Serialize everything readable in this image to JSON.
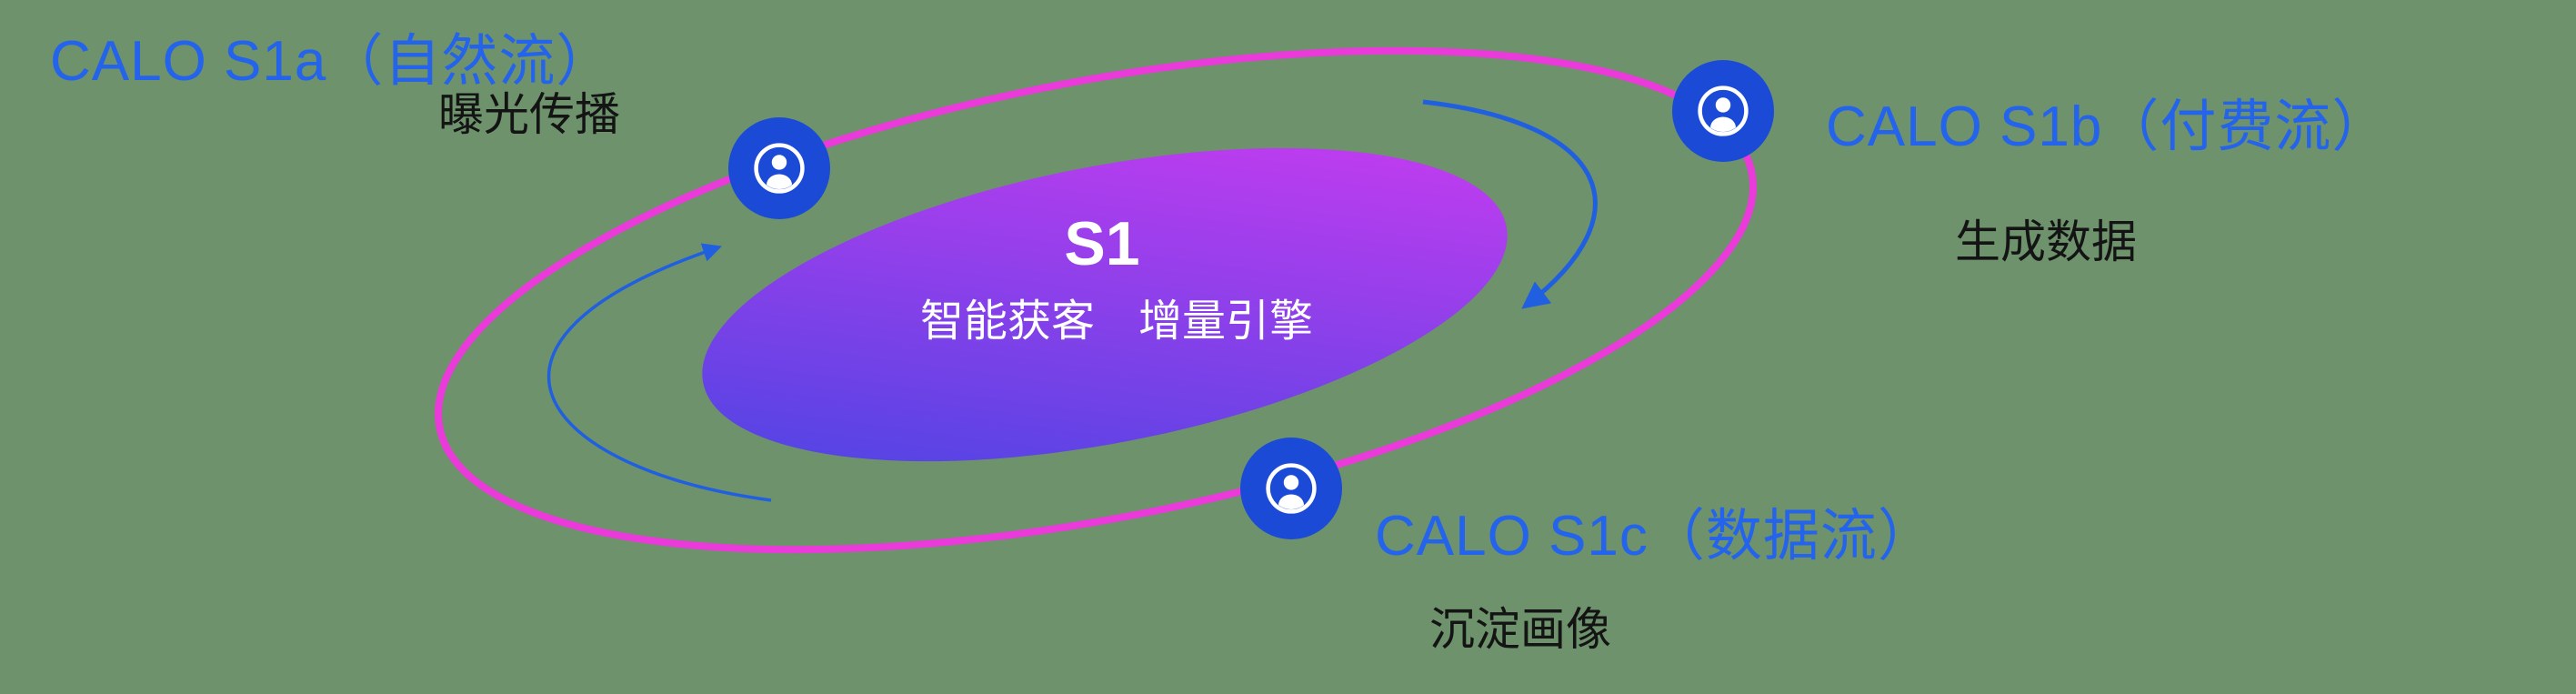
{
  "background_color": "#6d926c",
  "colors": {
    "accent-blue": "#2463eb",
    "node-blue": "#1b4bd6",
    "orbit-magenta": "#ea3ad9",
    "arrow-blue": "#2060e0",
    "gradient-start": "#4345e2",
    "gradient-end": "#d13bf1",
    "dark-text": "#141414",
    "white-text": "#ffffff"
  },
  "center": {
    "title": "S1",
    "subtitle": "智能获客　增量引擎"
  },
  "nodes": [
    {
      "id": "s1a",
      "title": "CALO S1a（自然流）",
      "subtitle": "曝光传播",
      "icon": "user-icon"
    },
    {
      "id": "s1b",
      "title": "CALO S1b（付费流）",
      "subtitle": "生成数据",
      "icon": "user-icon"
    },
    {
      "id": "s1c",
      "title": "CALO S1c（数据流）",
      "subtitle": "沉淀画像",
      "icon": "user-icon"
    }
  ]
}
